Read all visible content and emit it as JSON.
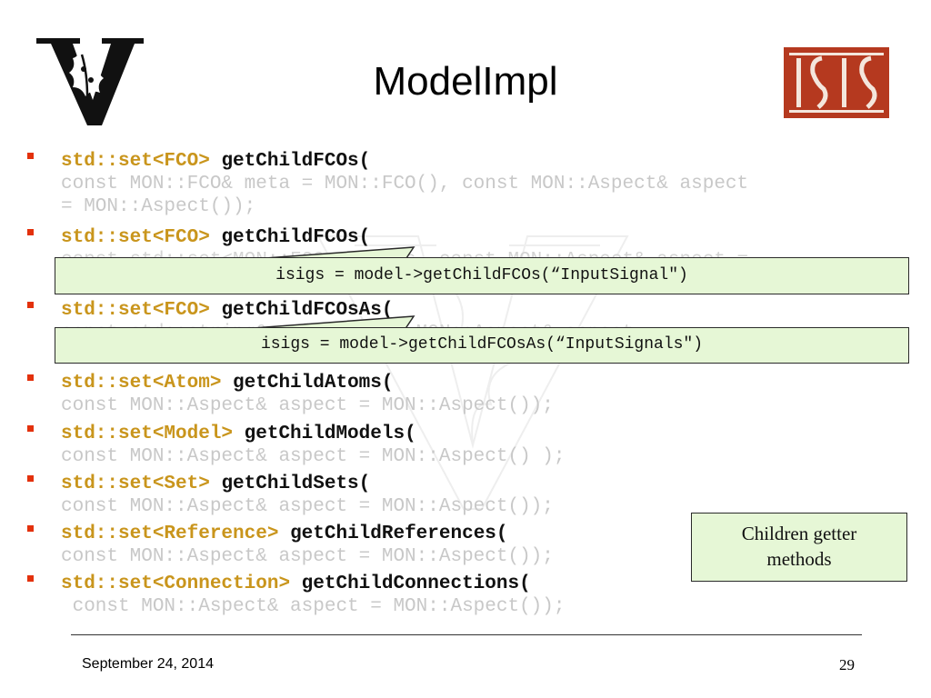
{
  "slide": {
    "title": "ModelImpl",
    "logos": {
      "left": "vanderbilt-logo",
      "right": "isis-logo"
    },
    "accent_colors": {
      "type": "#c9951c",
      "bullet": "#e3310c",
      "callout_fill": "#e6f7d6",
      "logo_red": "#b5391f"
    },
    "items": [
      {
        "type": "std::set<FCO>",
        "method": "getChildFCOs(",
        "args": [
          "const MON::FCO& meta = MON::FCO(), const MON::Aspect& aspect",
          "= MON::Aspect());"
        ]
      },
      {
        "type": "std::set<FCO>",
        "method": "getChildFCOs(",
        "args": [
          "const std::set<MON::FCO>& metas, const MON::Aspect& aspect ="
        ]
      },
      {
        "type": "std::set<FCO>",
        "method": "getChildFCOsAs(",
        "args": [
          "const std::string& role, const MON::Aspect& aspect ="
        ]
      },
      {
        "type": "std::set<Atom>",
        "method": "getChildAtoms(",
        "args": [
          "const MON::Aspect& aspect = MON::Aspect());"
        ]
      },
      {
        "type": "std::set<Model>",
        "method": "getChildModels(",
        "args": [
          "const MON::Aspect& aspect = MON::Aspect() );"
        ]
      },
      {
        "type": "std::set<Set>",
        "method": "getChildSets(",
        "args": [
          "const MON::Aspect& aspect = MON::Aspect());"
        ]
      },
      {
        "type": "std::set<Reference>",
        "method": "getChildReferences(",
        "args": [
          "const MON::Aspect& aspect = MON::Aspect());"
        ]
      },
      {
        "type": "std::set<Connection>",
        "method": "getChildConnections(",
        "args": [
          " const MON::Aspect& aspect = MON::Aspect());"
        ]
      }
    ],
    "callouts": [
      {
        "text": "isigs = model->getChildFCOs(“InputSignal\")"
      },
      {
        "text": "isigs = model->getChildFCOsAs(“InputSignals\")"
      }
    ],
    "note": {
      "line1": "Children getter",
      "line2": "methods"
    },
    "footer": {
      "date": "September 24, 2014",
      "page": "29"
    }
  }
}
